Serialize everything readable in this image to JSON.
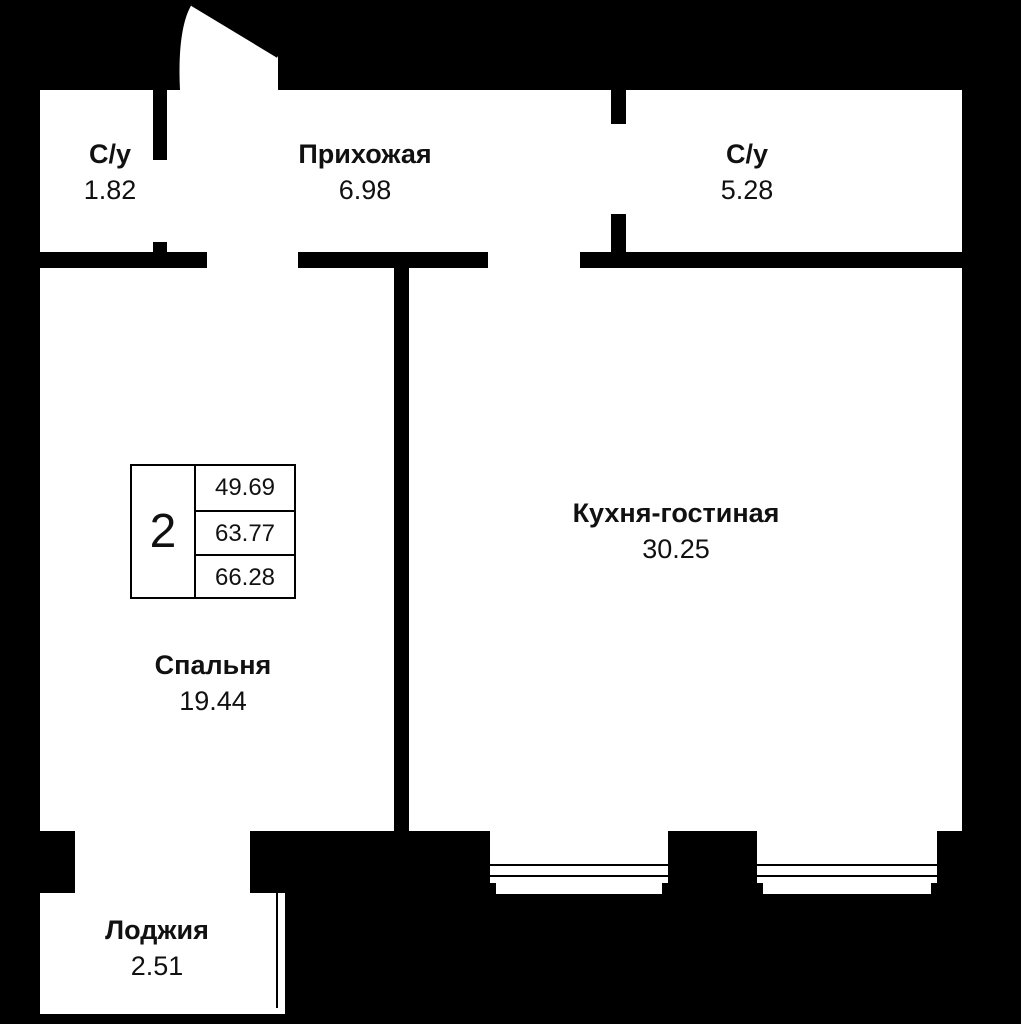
{
  "rooms": {
    "wc_small": {
      "name": "С/у",
      "area": "1.82"
    },
    "hall": {
      "name": "Прихожая",
      "area": "6.98"
    },
    "wc_large": {
      "name": "С/у",
      "area": "5.28"
    },
    "kitchen_living": {
      "name": "Кухня-гостиная",
      "area": "30.25"
    },
    "bedroom": {
      "name": "Спальня",
      "area": "19.44"
    },
    "loggia": {
      "name": "Лоджия",
      "area": "2.51"
    }
  },
  "summary": {
    "room_count": "2",
    "areas": [
      "49.69",
      "63.77",
      "66.28"
    ]
  },
  "colors": {
    "wall": "#000000",
    "floor": "#ffffff"
  }
}
